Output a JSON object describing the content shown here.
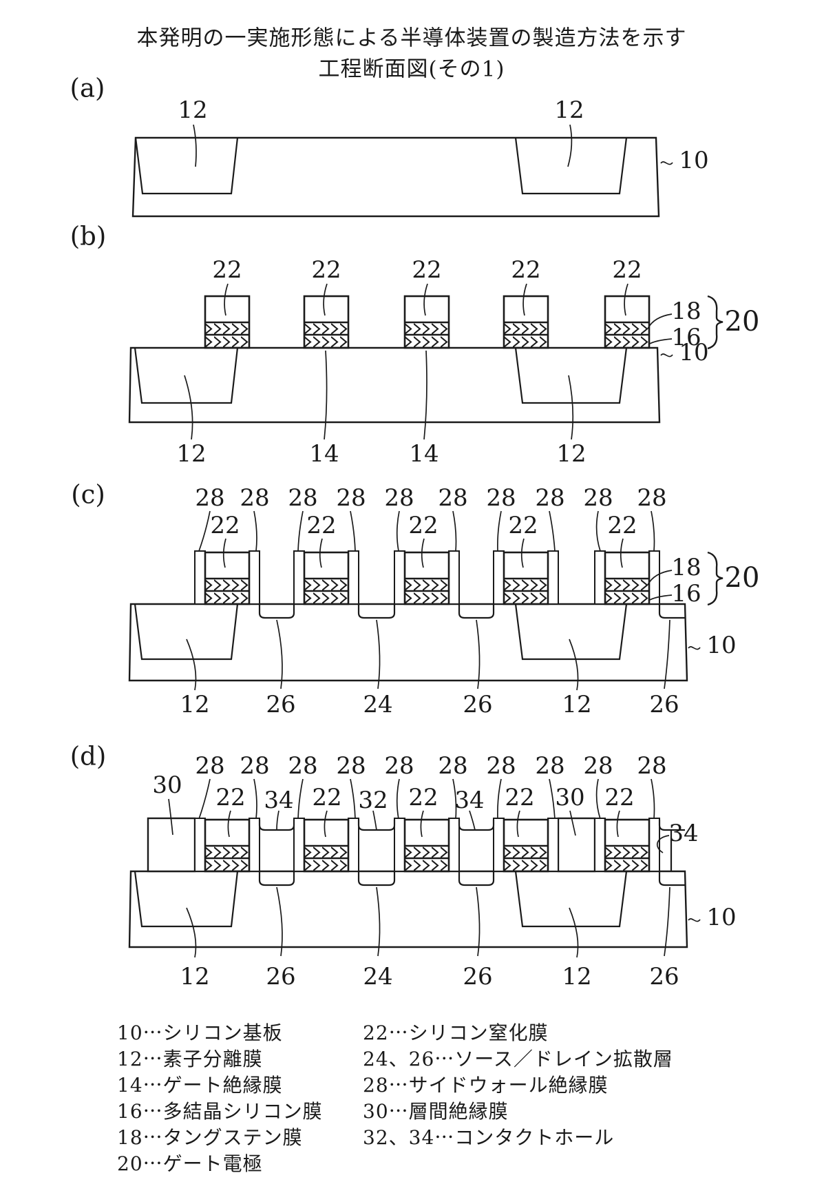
{
  "title": {
    "line1": "本発明の一実施形態による半導体装置の製造方法を示す",
    "line2": "工程断面図(その1)"
  },
  "panel_letters": {
    "a": "(a)",
    "b": "(b)",
    "c": "(c)",
    "d": "(d)"
  },
  "n": {
    "10": "10",
    "12": "12",
    "14": "14",
    "16": "16",
    "18": "18",
    "20": "20",
    "22": "22",
    "24": "24",
    "26": "26",
    "28": "28",
    "30": "30",
    "32": "32",
    "34": "34"
  },
  "legend": {
    "col1": [
      "10⋯シリコン基板",
      "12⋯素子分離膜",
      "14⋯ゲート絶縁膜",
      "16⋯多結晶シリコン膜",
      "18⋯タングステン膜",
      "20⋯ゲート電極"
    ],
    "col2": [
      "22⋯シリコン窒化膜",
      "24、26⋯ソース／ドレイン拡散層",
      "28⋯サイドウォール絶縁膜",
      "30⋯層間絶縁膜",
      "32、34⋯コンタクトホール"
    ]
  },
  "colors": {
    "ink": "#1a1a1a",
    "paper": "#ffffff"
  }
}
